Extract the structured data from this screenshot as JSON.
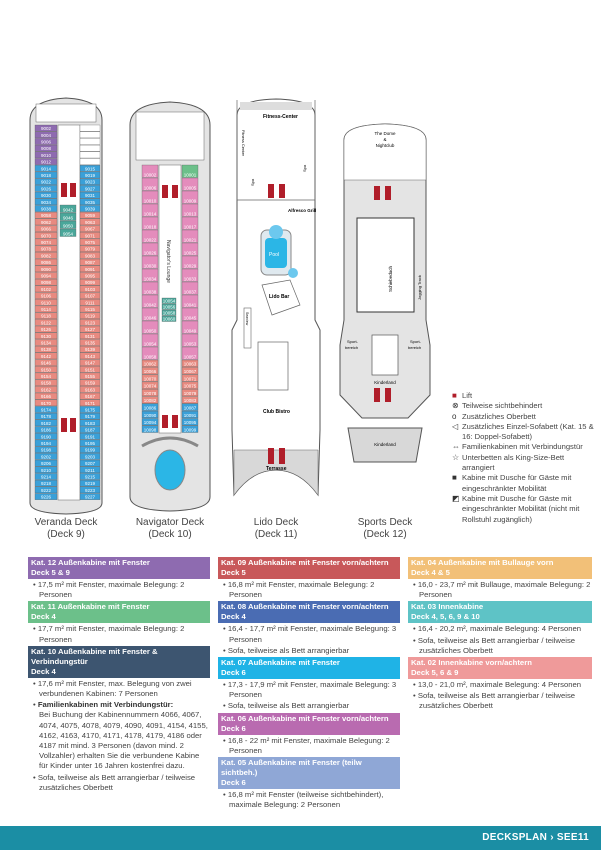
{
  "colors": {
    "12": "#8e6bb0",
    "11": "#6cc08a",
    "10": "#3d5570",
    "09": "#c8585a",
    "08": "#4a6cb3",
    "07": "#1fb3e6",
    "06": "#b96bb0",
    "05": "#8fa7d6",
    "04": "#f2c078",
    "03": "#5ec3c6",
    "02": "#ef9a9a",
    "nav": "#e48cbc",
    "red": "#e88a80",
    "blue": "#3aa0d8",
    "teal": "#4aa79a",
    "lift": "#b01e2a",
    "pool": "#2bb6e6",
    "footer": "#1b8ea4"
  },
  "decks": [
    {
      "name": "Veranda Deck",
      "deck": "(Deck 9)",
      "left": [
        {
          "c": "12",
          "n": [
            "9002",
            "9004",
            "9006",
            "9008",
            "9010",
            "9012"
          ]
        },
        {
          "c": "blue",
          "n": [
            "9014",
            "9018",
            "9022",
            "9026",
            "9030",
            "9034",
            "9038"
          ]
        },
        {
          "c": "red",
          "n": [
            "9058",
            "9062",
            "9066",
            "9070",
            "9074",
            "9078",
            "9082",
            "9086",
            "9090",
            "9094",
            "9098",
            "9102",
            "9106",
            "9110",
            "9114",
            "9118",
            "9122",
            "9126",
            "9130",
            "9134",
            "9138",
            "9142",
            "9146",
            "9150",
            "9154",
            "9158",
            "9162",
            "9166",
            "9170"
          ]
        },
        {
          "c": "blue",
          "n": [
            "9174",
            "9178",
            "9182",
            "9186",
            "9190",
            "9194",
            "9198",
            "9202",
            "9206",
            "9210",
            "9214",
            "9218",
            "9222",
            "9226"
          ]
        }
      ],
      "right": [
        {
          "c": "white",
          "n": [
            "",
            "",
            "",
            "",
            "",
            ""
          ]
        },
        {
          "c": "blue",
          "n": [
            "9015",
            "9019",
            "9023",
            "9027",
            "9031",
            "9035",
            "9039"
          ]
        },
        {
          "c": "red",
          "n": [
            "9059",
            "9063",
            "9067",
            "9071",
            "9075",
            "9079",
            "9083",
            "9087",
            "9091",
            "9095",
            "9099",
            "9103",
            "9107",
            "9111",
            "9115",
            "9119",
            "9123",
            "9127",
            "9131",
            "9135",
            "9139",
            "9143",
            "9147",
            "9151",
            "9155",
            "9159",
            "9163",
            "9167",
            "9171"
          ]
        },
        {
          "c": "blue",
          "n": [
            "9175",
            "9179",
            "9183",
            "9187",
            "9191",
            "9195",
            "9199",
            "9203",
            "9207",
            "9211",
            "9215",
            "9219",
            "9223",
            "9227"
          ]
        }
      ],
      "middle": [
        "9042",
        "9046",
        "9050",
        "9054"
      ]
    },
    {
      "name": "Navigator Deck",
      "deck": "(Deck 10)",
      "left": [
        {
          "c": "nav",
          "n": [
            "10002",
            "10006",
            "10010",
            "10014",
            "10018",
            "10022",
            "10026",
            "10030",
            "10034",
            "10038",
            "10042",
            "10046",
            "10050",
            "10054",
            "10058"
          ]
        },
        {
          "c": "red",
          "n": [
            "10062",
            "10066",
            "10070",
            "10074",
            "10078",
            "10082"
          ]
        },
        {
          "c": "blue",
          "n": [
            "10086",
            "10090",
            "10094",
            "10098"
          ]
        }
      ],
      "right": [
        {
          "c": "11",
          "n": [
            "10001"
          ]
        },
        {
          "c": "nav",
          "n": [
            "10005",
            "10009",
            "10013",
            "10017",
            "10021",
            "10025",
            "10029",
            "10033",
            "10037",
            "10041",
            "10045",
            "10049",
            "10053",
            "10057"
          ]
        },
        {
          "c": "red",
          "n": [
            "10063",
            "10067",
            "10071",
            "10075",
            "10079",
            "10083"
          ]
        },
        {
          "c": "blue",
          "n": [
            "10087",
            "10091",
            "10095",
            "10099"
          ]
        }
      ],
      "middle": [
        "10054",
        "10056",
        "10058",
        "10060"
      ],
      "room": "Navigator's Lounge"
    },
    {
      "name": "Lido Deck",
      "deck": "(Deck 11)",
      "rooms": {
        "fitness": "Fitness-Center",
        "fitness2": "Fitness Center",
        "spa_l": "Spa",
        "spa_r": "Spa",
        "grill": "Alfresco Grill",
        "pool": "Pool",
        "bar": "Lido Bar",
        "seaview": "Seaview",
        "bistro": "Club Bistro",
        "terrace": "Terrasse"
      }
    },
    {
      "name": "Sports Deck",
      "deck": "(Deck 12)",
      "rooms": {
        "dome": "The Dome",
        "amp": "&",
        "night": "Nightclub",
        "roof": "Schiebedach",
        "track": "Jogging Track",
        "sport_l1": "Sport-",
        "sport_l2": "bereich",
        "sport_r1": "Sport-",
        "sport_r2": "bereich",
        "kids": "Kinderland",
        "kids2": "Kinderland"
      }
    }
  ],
  "legend": [
    {
      "icon": "■",
      "name": "lift-icon",
      "text": "Lift"
    },
    {
      "icon": "⊗",
      "name": "obstructed-view-icon",
      "text": "Teilweise sichtbehindert"
    },
    {
      "icon": "o",
      "name": "upper-bed-icon",
      "text": "Zusätzliches Oberbett"
    },
    {
      "icon": "◁",
      "name": "sofa-bed-icon",
      "text": "Zusätzliches Einzel-Sofabett (Kat. 15 & 16: Doppel-Sofabett)"
    },
    {
      "icon": "⇔",
      "name": "connecting-door-icon",
      "text": "Familienkabinen mit Verbindungstür"
    },
    {
      "icon": "☆",
      "name": "king-bed-icon",
      "text": "Unterbetten als King-Size-Bett arrangiert"
    },
    {
      "icon": "■",
      "name": "accessible-cabin-icon",
      "text": "Kabine mit Dusche für Gäste mit eingeschränkter Mobilität"
    },
    {
      "icon": "◩",
      "name": "limited-accessible-cabin-icon",
      "text": "Kabine mit Dusche für Gäste mit eingeschränkter Mobilität (nicht mit Rollstuhl zugänglich)"
    }
  ],
  "categories": [
    [
      {
        "c": "12",
        "title": "Kat. 12 Außenkabine mit Fenster",
        "decks": "Deck 5 & 9",
        "bullets": [
          "17,5 m² mit Fenster, maximale Belegung: 2 Personen"
        ]
      },
      {
        "c": "11",
        "title": "Kat. 11 Außenkabine mit Fenster",
        "decks": "Deck 4",
        "bullets": [
          "17,7 m² mit Fenster, maximale Belegung: 2 Personen"
        ]
      },
      {
        "c": "10",
        "title": "Kat. 10 Außenkabine mit Fenster & Verbindungstür",
        "decks": "Deck 4",
        "bullets": [
          "17,6 m² mit Fenster, max. Belegung von zwei verbundenen Kabinen: 7 Personen"
        ],
        "bold": "Familienkabinen mit Verbindungstür:",
        "boldtext": "Bei Buchung der Kabinennummern 4066, 4067, 4074, 4075, 4078, 4079, 4090, 4091, 4154, 4155, 4162, 4163, 4170, 4171, 4178, 4179, 4186 oder 4187 mit mind. 3 Personen (davon mind. 2 Vollzahler) erhalten Sie die verbundene Kabine für Kinder unter 16 Jahren kostenfrei dazu.",
        "bullets2": [
          "Sofa, teilweise als Bett arrangierbar / teilweise zusätzliches Oberbett"
        ]
      }
    ],
    [
      {
        "c": "09",
        "title": "Kat. 09 Außenkabine mit Fenster vorn/achtern",
        "decks": "Deck 5",
        "bullets": [
          "16,8 m² mit Fenster, maximale Belegung: 2 Personen"
        ]
      },
      {
        "c": "08",
        "title": "Kat. 08 Außenkabine mit Fenster vorn/achtern",
        "decks": "Deck 4",
        "bullets": [
          "16,4 - 17,7 m² mit Fenster, maximale Belegung: 3 Personen",
          "Sofa, teilweise als Bett arrangierbar"
        ]
      },
      {
        "c": "07",
        "title": "Kat. 07 Außenkabine mit Fenster",
        "decks": "Deck 6",
        "bullets": [
          "17,3 - 17,9 m² mit Fenster, maximale Belegung: 3 Personen",
          "Sofa, teilweise als Bett arrangierbar"
        ]
      },
      {
        "c": "06",
        "title": "Kat. 06 Außenkabine mit Fenster vorn/achtern",
        "decks": "Deck 6",
        "bullets": [
          "16,8 - 22 m² mit Fenster, maximale Belegung: 2 Personen"
        ]
      },
      {
        "c": "05",
        "title": "Kat. 05 Außenkabine mit Fenster (teilw sichtbeh.)",
        "decks": "Deck 6",
        "bullets": [
          "16,8 m² mit Fenster (teilweise sichtbehindert), maximale Belegung: 2 Personen"
        ]
      }
    ],
    [
      {
        "c": "04",
        "title": "Kat. 04 Außenkabine mit Bullauge vorn",
        "decks": "Deck 4 & 5",
        "bullets": [
          "16,0 - 23,7 m² mit Bullauge, maximale Belegung: 2 Personen"
        ]
      },
      {
        "c": "03",
        "title": "Kat. 03 Innenkabine",
        "decks": "Deck 4, 5, 6, 9 & 10",
        "bullets": [
          "16,4 - 20,2 m², maximale Belegung: 4 Personen",
          "Sofa, teilweise als Bett arrangierbar / teilweise zusätzliches Oberbett"
        ]
      },
      {
        "c": "02",
        "title": "Kat. 02 Innenkabine vorn/achtern",
        "decks": "Deck 5, 6 & 9",
        "bullets": [
          "13,0 - 21,0 m², maximale Belegung: 4 Personen",
          "Sofa, teilweise als Bett arrangierbar / teilweise zusätzliches Oberbett"
        ]
      }
    ]
  ],
  "footer": {
    "section": "DECKSPLAN › SEE11"
  }
}
